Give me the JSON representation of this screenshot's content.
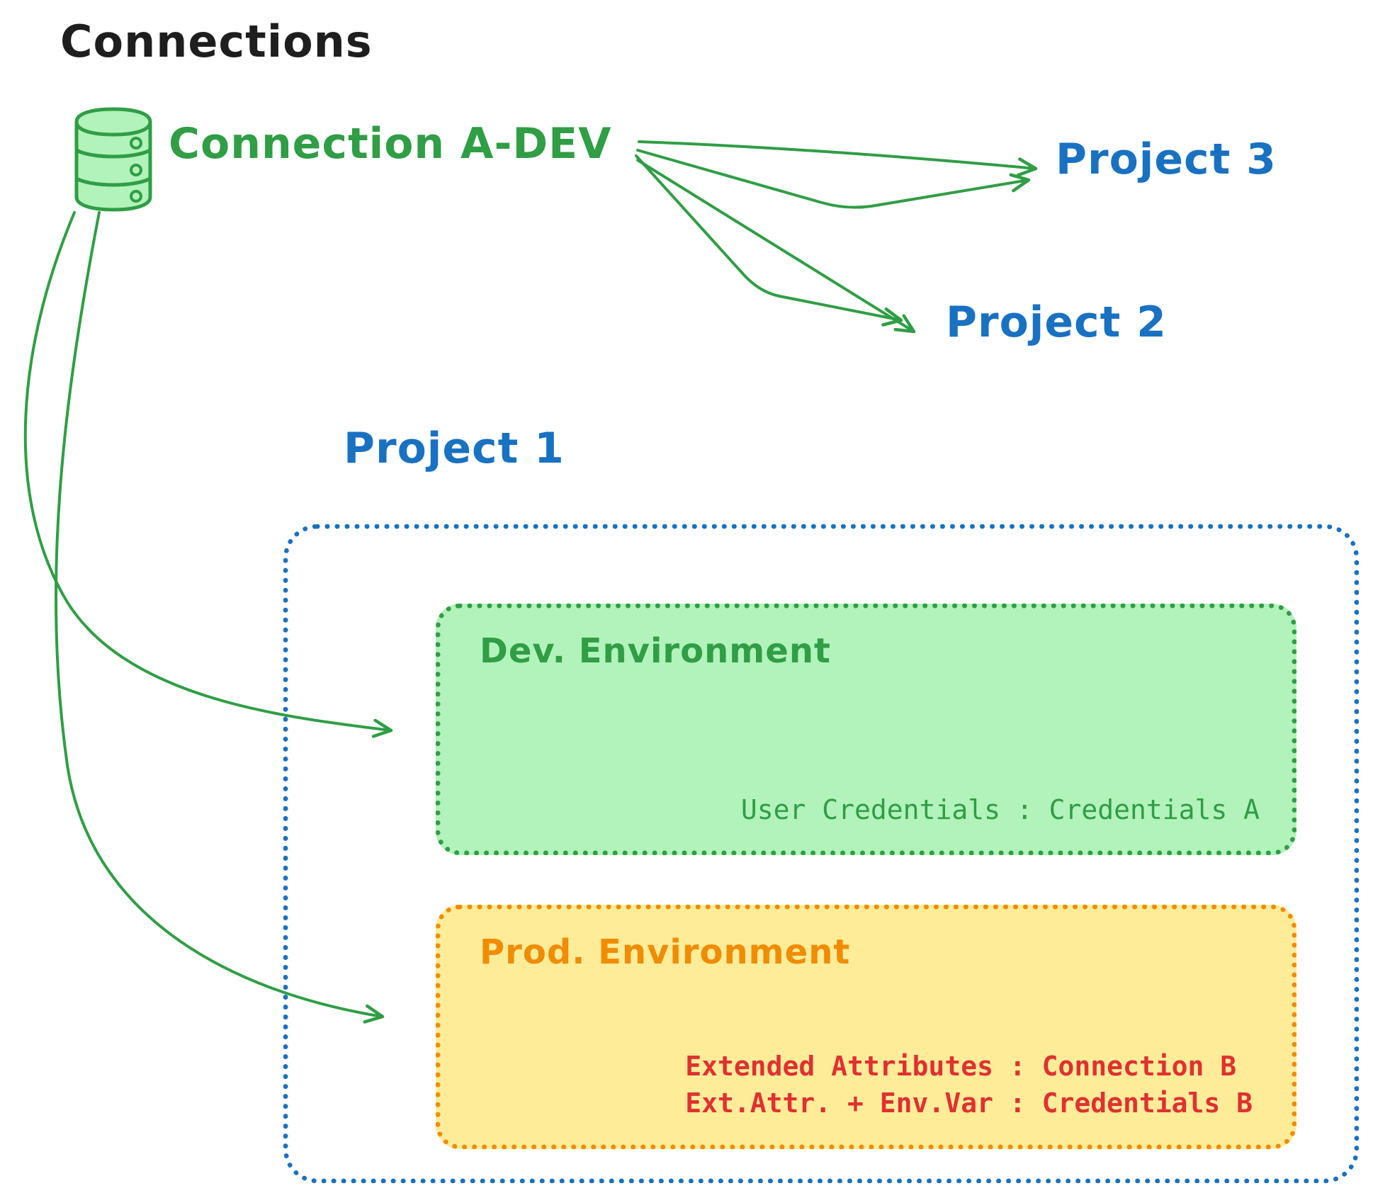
{
  "title": "Connections",
  "connection": {
    "label": "Connection A-DEV"
  },
  "projects": {
    "project1": "Project 1",
    "project2": "Project 2",
    "project3": "Project 3"
  },
  "environments": {
    "dev": {
      "title": "Dev. Environment",
      "credentials_line": "User Credentials : Credentials A"
    },
    "prod": {
      "title": "Prod. Environment",
      "attr_line1": "Extended Attributes : Connection B",
      "attr_line2": "Ext.Attr. + Env.Var : Credentials B"
    }
  },
  "icons": {
    "database": "database-icon"
  },
  "colors": {
    "green": "#2f9e44",
    "green_fill": "#b2f2bb",
    "blue": "#1971c2",
    "orange": "#f08c00",
    "orange_fill": "#ffec99",
    "red": "#e03131",
    "black": "#1e1e1e"
  }
}
